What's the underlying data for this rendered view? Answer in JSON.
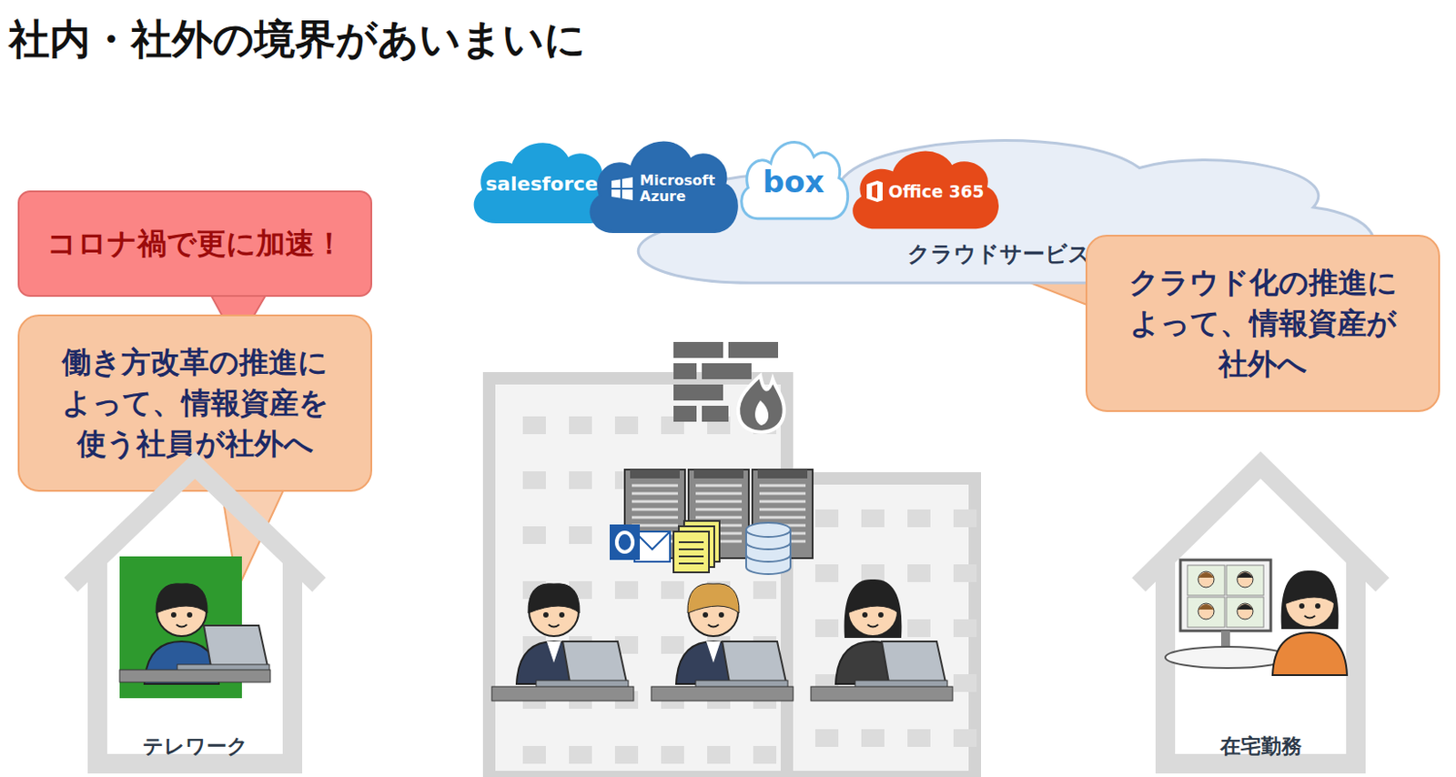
{
  "diagram": {
    "title": "社内・社外の境界があいまいに",
    "nodes": [
      {
        "text": [
          "コロナ禍で更に加速！"
        ]
      },
      {
        "text": [
          "働き方改革の推進によって、情報資産を使う社員が社外へ"
        ]
      },
      {
        "text": [
          "クラウドサービス"
        ]
      },
      {
        "text": [
          "salesforce"
        ],
        "in": 2
      },
      {
        "text": [
          "Microsoft Azure"
        ],
        "in": 2
      },
      {
        "text": [
          "box"
        ],
        "in": 2
      },
      {
        "text": [
          "Office 365"
        ],
        "in": 2
      },
      {
        "text": [
          "クラウド化の推進によって、情報資産が社外へ"
        ]
      },
      {
        "text": [
          "テレワーク"
        ]
      },
      {
        "text": [
          "在宅勤務"
        ]
      }
    ]
  }
}
